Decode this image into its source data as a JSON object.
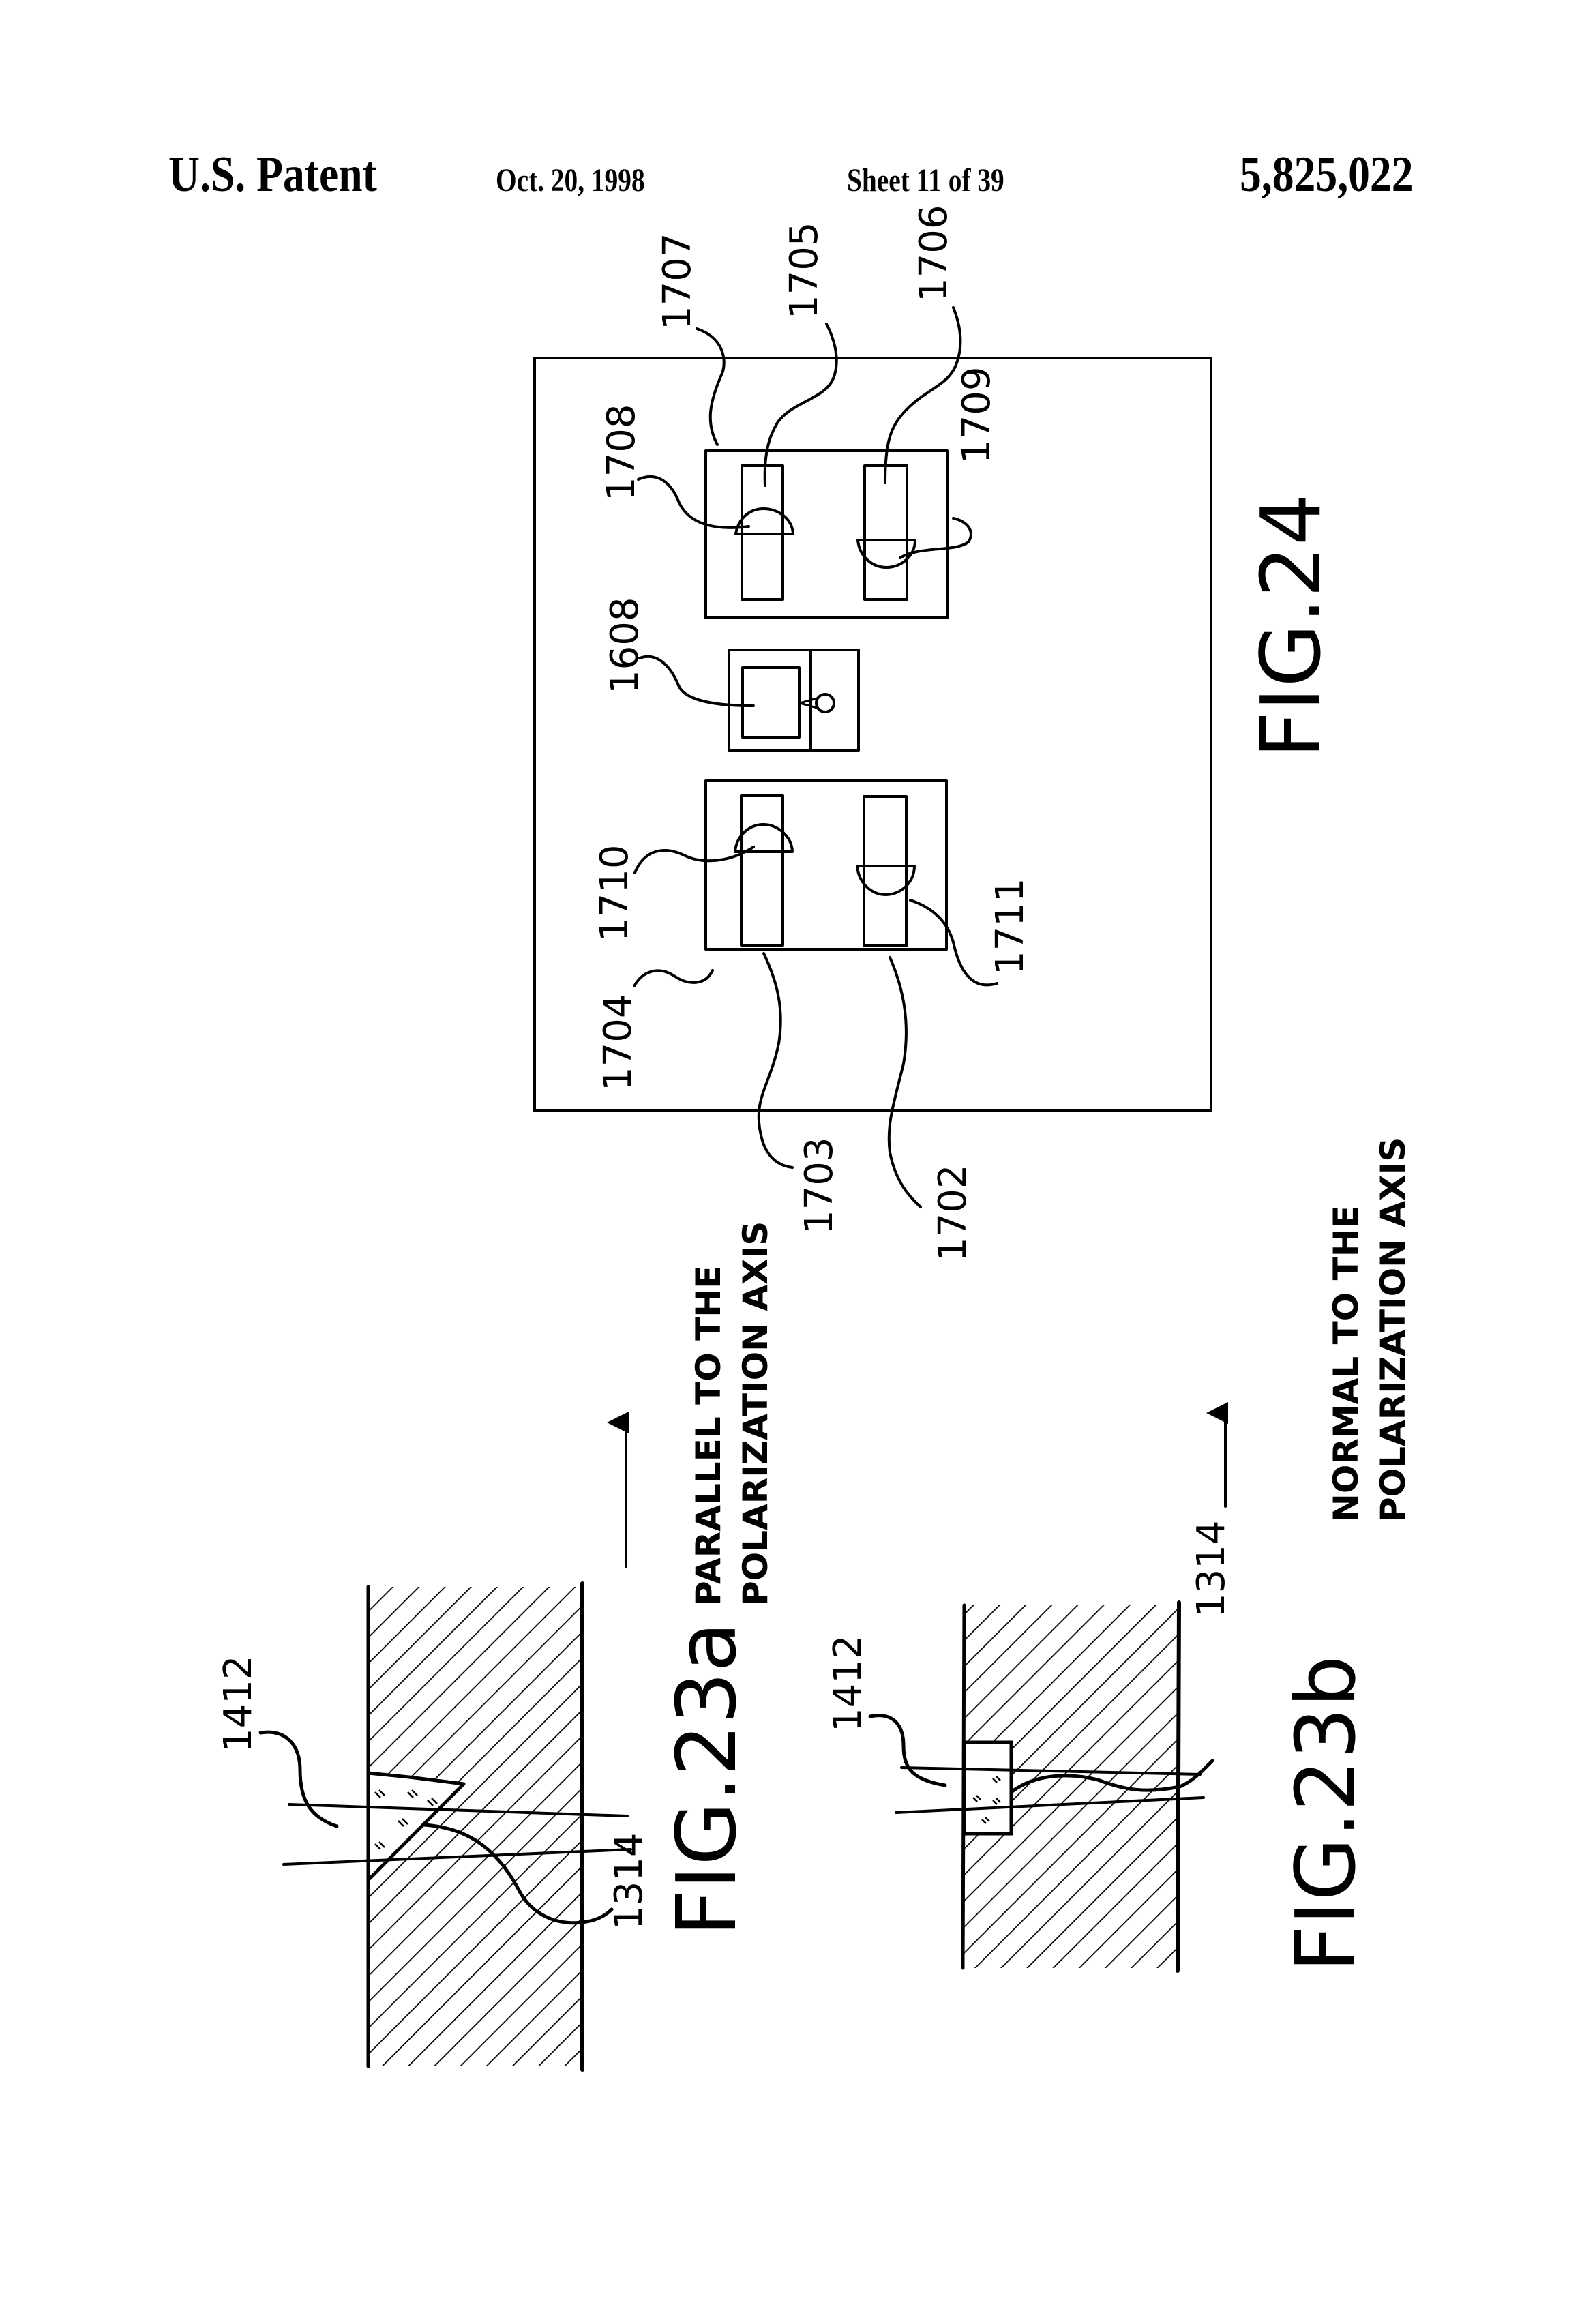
{
  "header": {
    "left": "U.S. Patent",
    "date": "Oct. 20, 1998",
    "sheet": "Sheet 11 of 39",
    "patent_number": "5,825,022"
  },
  "fig24": {
    "title": "FIG.24",
    "refs": {
      "r1707": "1707",
      "r1705": "1705",
      "r1706": "1706",
      "r1708": "1708",
      "r1709": "1709",
      "r1608": "1608",
      "r1710": "1710",
      "r1704": "1704",
      "r1711": "1711",
      "r1703": "1703",
      "r1702": "1702"
    }
  },
  "fig23a": {
    "title": "FIG.23a",
    "ref_top": "1412",
    "ref_bottom": "1314",
    "caption_line1": "PARALLEL TO THE",
    "caption_line2": "POLARIZATION AXIS"
  },
  "fig23b": {
    "title": "FIG.23b",
    "ref_top": "1412",
    "ref_bottom": "1314",
    "caption_line1": "NORMAL TO THE",
    "caption_line2": "POLARIZATION AXIS"
  }
}
